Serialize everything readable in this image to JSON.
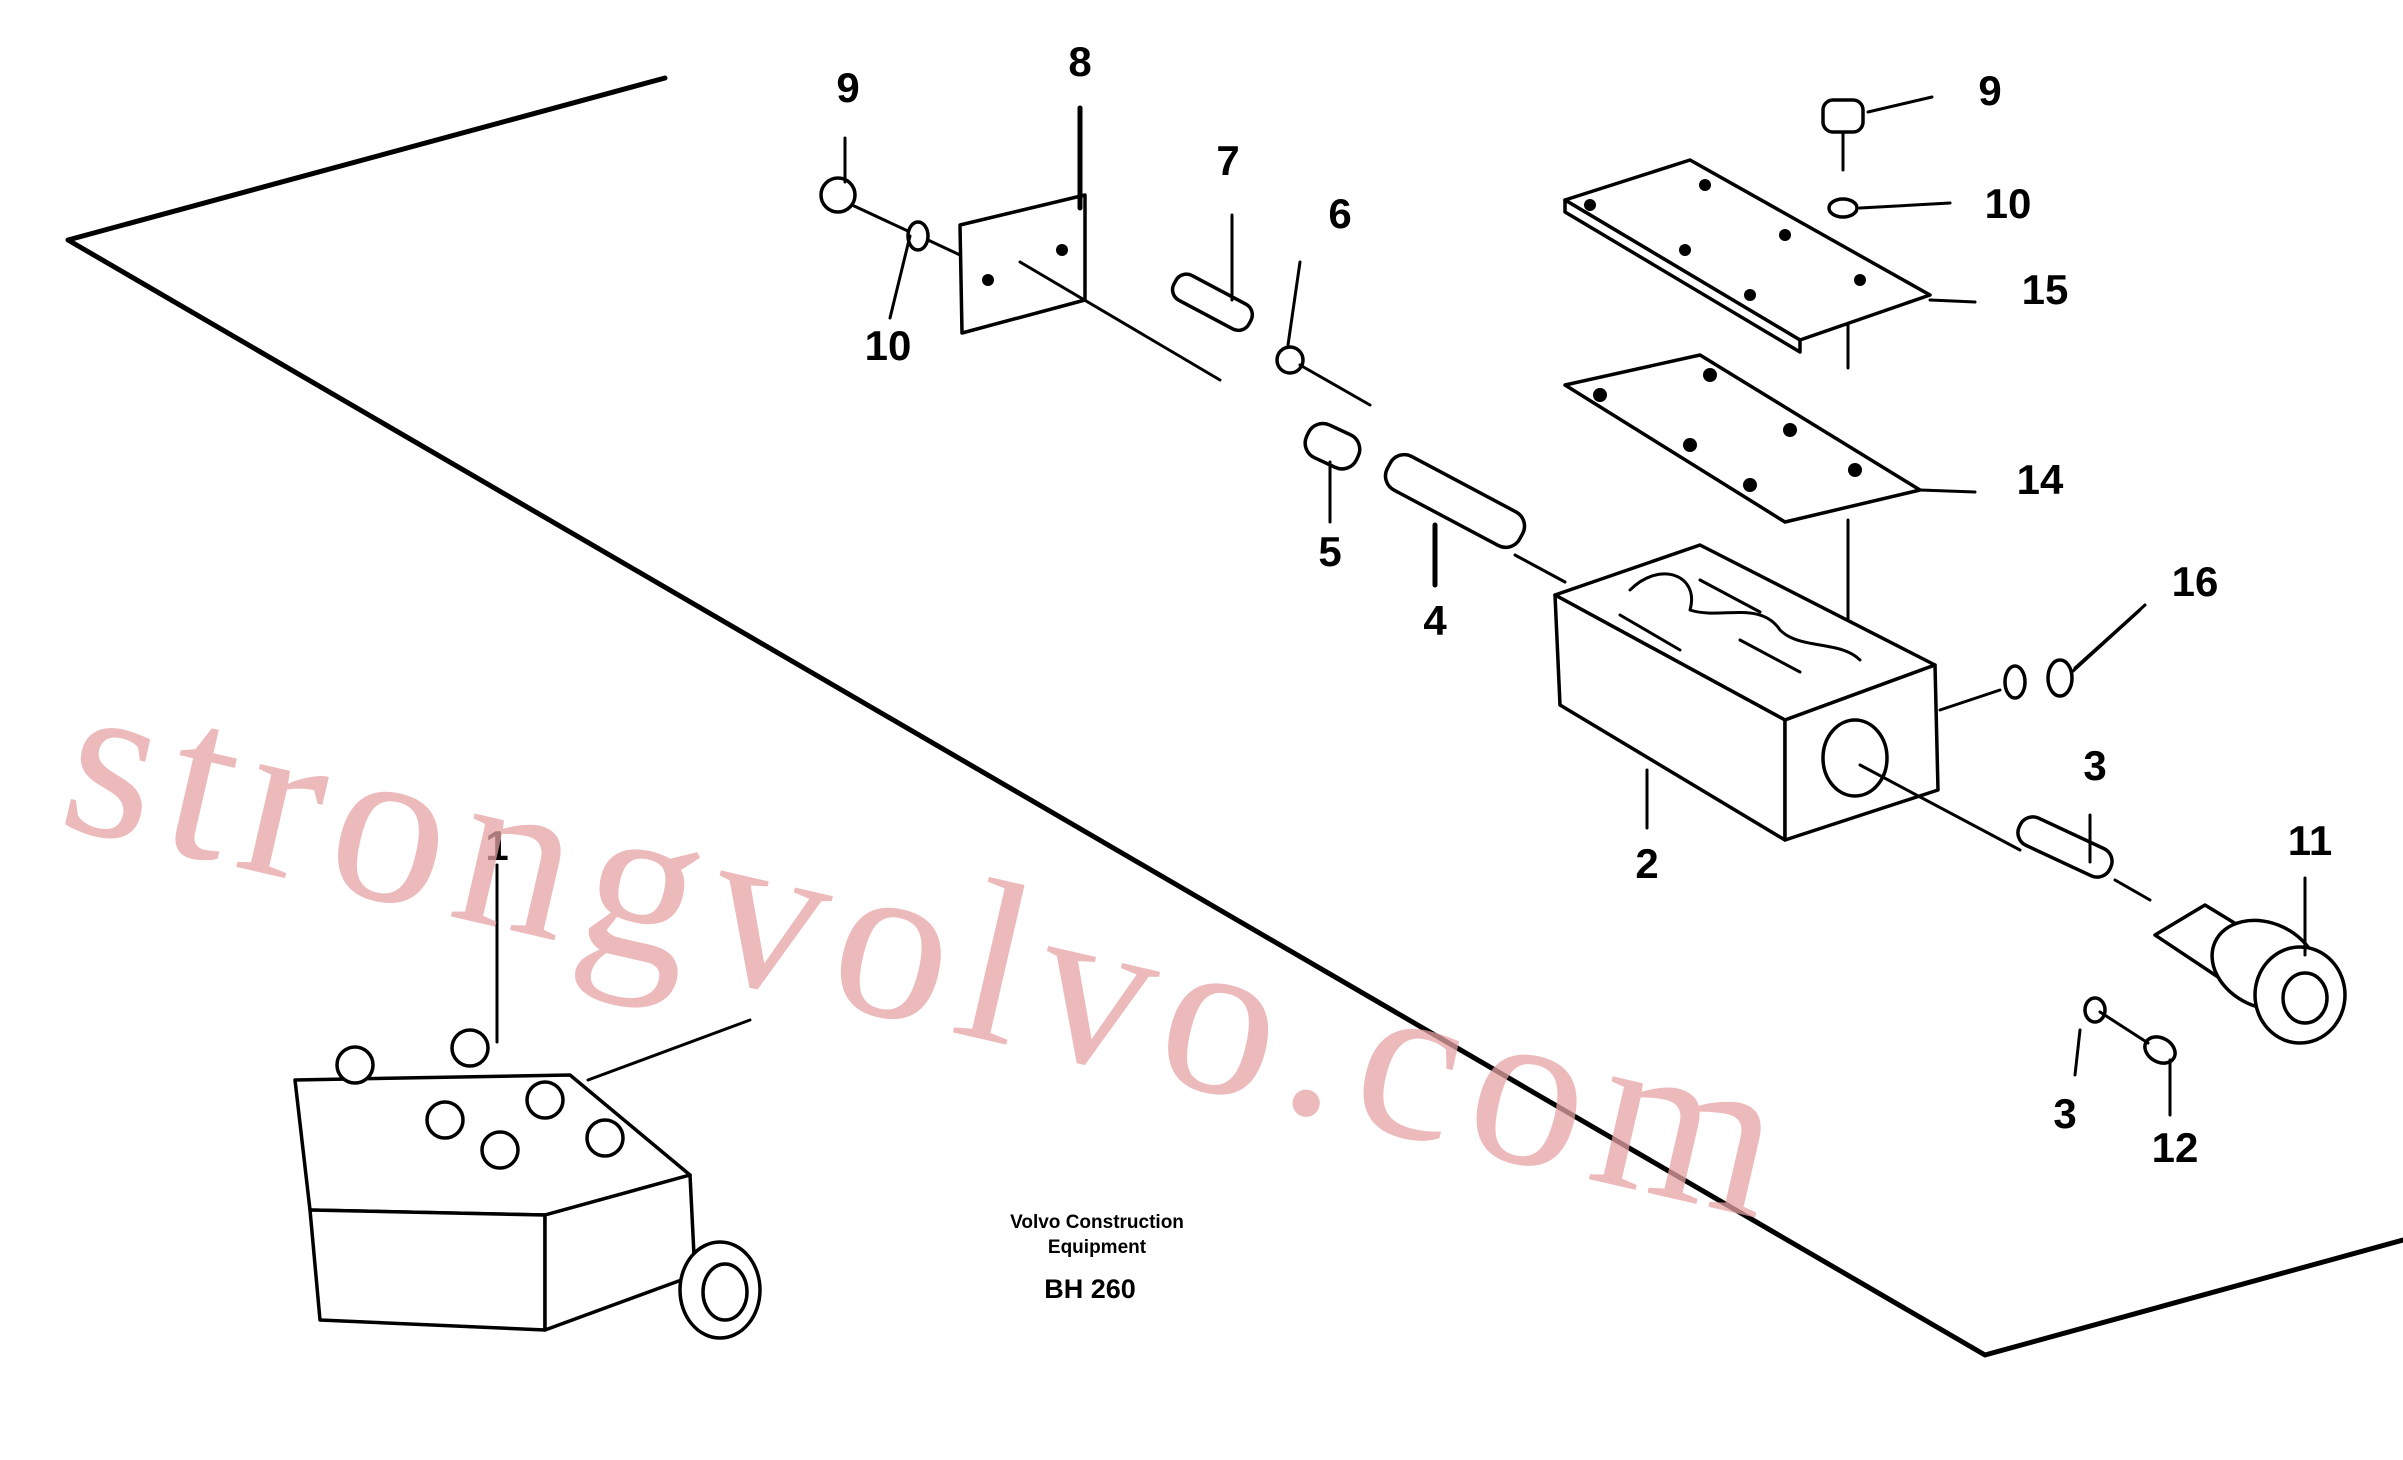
{
  "callouts": [
    "1",
    "2",
    "3",
    "3",
    "4",
    "5",
    "6",
    "7",
    "8",
    "9",
    "9",
    "10",
    "10",
    "11",
    "12",
    "14",
    "15",
    "16"
  ],
  "caption": {
    "line1": "Volvo Construction",
    "line2": "Equipment",
    "code": "BH 260"
  },
  "watermark": "strongvolvo.com"
}
